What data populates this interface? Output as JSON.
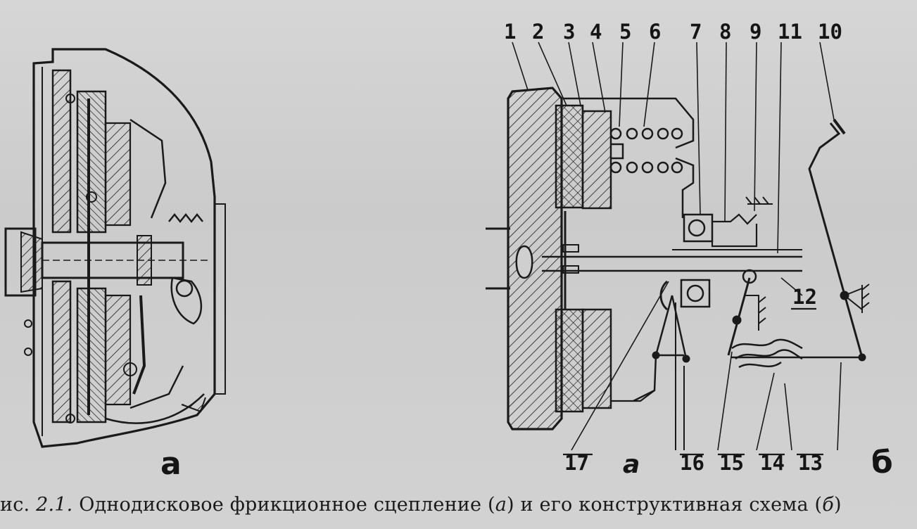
{
  "caption": {
    "prefix": "ис. ",
    "number": "2.1.",
    "text_1": " Однодисковое фрикционное сцепление (",
    "a": "а",
    "text_2": ") и его конструктивная схема (",
    "b": "б",
    "text_3": ")"
  },
  "panel_a": {
    "label": "а"
  },
  "panel_b": {
    "label": "б",
    "small_a": "а",
    "top_labels": [
      "1",
      "2",
      "3",
      "4",
      "5",
      "6",
      "7",
      "8",
      "9",
      "11",
      "10"
    ],
    "right_label": "12",
    "bottom_labels": [
      "17",
      "16",
      "15",
      "14",
      "13"
    ]
  },
  "colors": {
    "ink": "#1a1a1a",
    "paper": "#cfcfcf"
  }
}
